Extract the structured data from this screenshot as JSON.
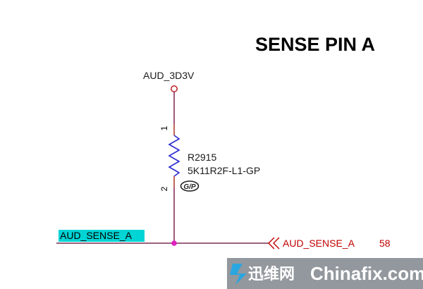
{
  "title": "SENSE PIN A",
  "power_net": "AUD_3D3V",
  "resistor": {
    "refdes": "R2915",
    "part_number": "5K11R2F-L1-GP",
    "badge": "G/P",
    "pin_top": "1",
    "pin_bottom": "2"
  },
  "net_label": "AUD_SENSE_A",
  "offpage": {
    "label": "AUD_SENSE_A",
    "page": "58"
  },
  "watermark": {
    "brand_cn": "迅维网",
    "brand_en": "Chinafix.com"
  },
  "colors": {
    "wire_vertical": "#8b2f5a",
    "wire_horizontal": "#7a2d52",
    "resistor": "#2a2ad0",
    "pin_stub": "#b04030",
    "junction": "#e020c0",
    "net_highlight": "#00d4d4",
    "offpage": "#c00000",
    "power_circle": "#c03030"
  }
}
